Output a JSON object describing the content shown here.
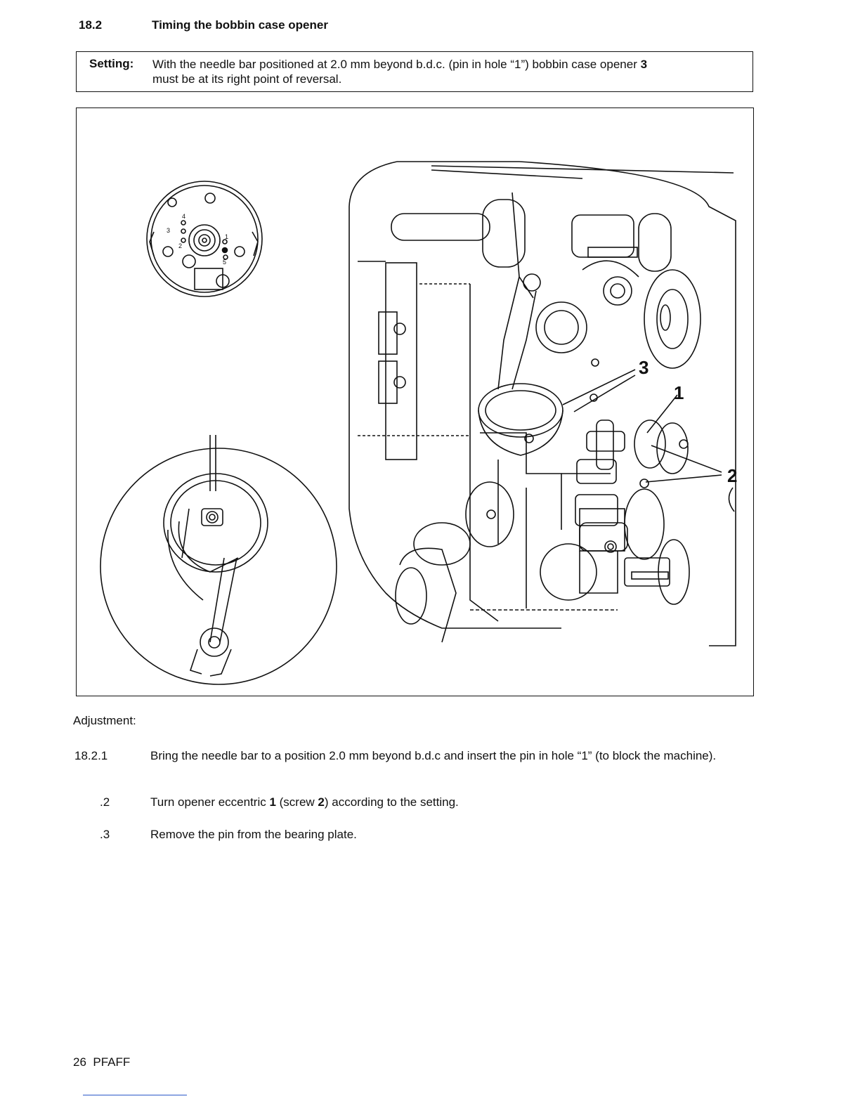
{
  "heading": {
    "number": "18.2",
    "title": "Timing the bobbin case opener"
  },
  "setting": {
    "label": "Setting:",
    "text_before": "With the needle bar positioned at 2.0 mm beyond b.d.c. (pin in hole “1”) bobbin case opener ",
    "ref": "3",
    "text_after": "must be at its right point of reversal."
  },
  "figure": {
    "callouts": [
      "3",
      "1",
      "2"
    ],
    "dial_numbers": [
      "4",
      "3",
      "1",
      "2",
      "5"
    ]
  },
  "adjustment": {
    "label": "Adjustment:",
    "steps": [
      {
        "num": "18.2.1",
        "text": "Bring the needle bar to a position 2.0 mm beyond b.d.c and insert the pin in hole “1” (to block the machine)."
      },
      {
        "num": ".2",
        "text_before": "Turn opener eccentric ",
        "ref1": "1",
        "text_mid": " (screw ",
        "ref2": "2",
        "text_after": ") according to the setting."
      },
      {
        "num": ".3",
        "text": "Remove the pin from the bearing plate."
      }
    ]
  },
  "footer": {
    "page": "26",
    "brand": "PFAFF"
  }
}
